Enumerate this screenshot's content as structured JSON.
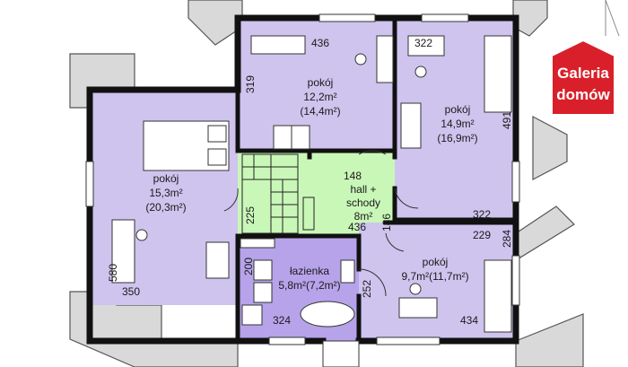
{
  "colors": {
    "room": "#cfc4ee",
    "hall": "#c9f7b8",
    "bath": "#b6a3ea",
    "wall": "#111111",
    "roof": "#d9d9d9",
    "badge": "#d9202a"
  },
  "rooms": {
    "left": {
      "name": "pokój",
      "area": "15,3m²",
      "area_total": "(20,3m²)"
    },
    "top": {
      "name": "pokój",
      "area": "12,2m²",
      "area_total": "(14,4m²)"
    },
    "right": {
      "name": "pokój",
      "area": "14,9m²",
      "area_total": "(16,9m²)"
    },
    "hall": {
      "dim": "148",
      "name_line1": "hall +",
      "name_line2": "schody",
      "area": "8m²"
    },
    "bath": {
      "name": "łazienka",
      "area": "5,8m²(7,2m²)"
    },
    "bottom_right": {
      "name": "pokój",
      "area": "9,7m²(11,7m²)"
    }
  },
  "dimensions": {
    "d436_top": "436",
    "d319": "319",
    "d322_top": "322",
    "d491": "491",
    "d322_mid": "322",
    "d229": "229",
    "d284": "284",
    "d225": "225",
    "d436_hall": "436",
    "d186": "186",
    "d200": "200",
    "d580": "580",
    "d350": "350",
    "d324": "324",
    "d252": "252",
    "d434": "434"
  },
  "badge": {
    "line1": "Galeria",
    "line2": "domów"
  }
}
